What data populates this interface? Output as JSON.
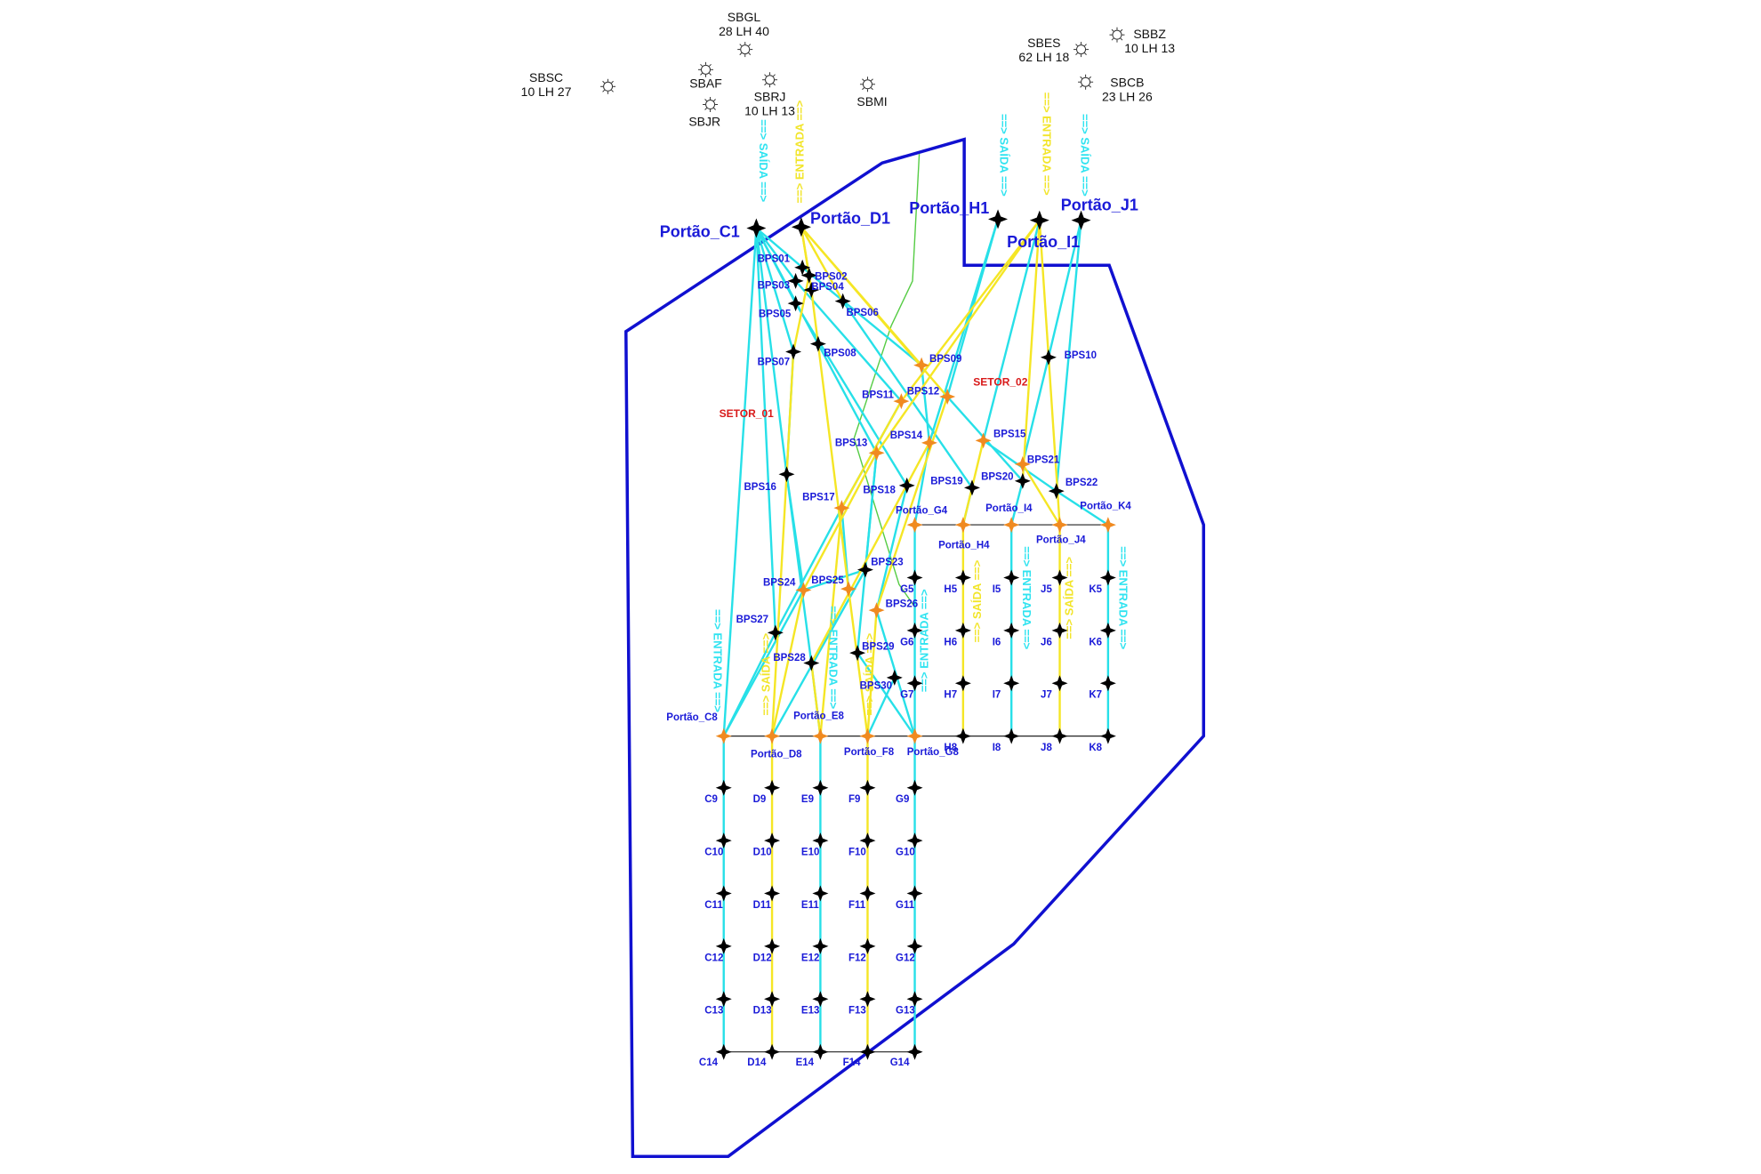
{
  "colors": {
    "boundary": "#1010d0",
    "cyan_route": "#27e0e8",
    "yellow_route": "#f5e625",
    "green_line": "#55cc44",
    "waypoint": "#000000",
    "merge_point": "#f08a20",
    "gate_label": "#1a1ad8",
    "sector_label": "#d81a1a"
  },
  "airports": [
    {
      "name": "SBGL",
      "detail": "28 LH 40"
    },
    {
      "name": "SBSC",
      "detail": "10 LH 27"
    },
    {
      "name": "SBAF",
      "detail": ""
    },
    {
      "name": "SBJR",
      "detail": ""
    },
    {
      "name": "SBRJ",
      "detail": "10 LH 13"
    },
    {
      "name": "SBMI",
      "detail": ""
    },
    {
      "name": "SBES",
      "detail": "62 LH 18"
    },
    {
      "name": "SBBZ",
      "detail": "10 LH 13"
    },
    {
      "name": "SBCB",
      "detail": "23 LH 26"
    }
  ],
  "sectors": [
    "SETOR_01",
    "SETOR_02"
  ],
  "gates": [
    "Portão_C1",
    "Portão_D1",
    "Portão_H1",
    "Portão_I1",
    "Portão_J1"
  ],
  "flow_labels": {
    "saida": "==> SAÍDA ==>",
    "entrada": "==> ENTRADA ==>",
    "saida_top": "<== SAÍDA <==",
    "entrada_top": "==> ENTRADA ==>"
  },
  "waypoints": {
    "bps": [
      "BPS01",
      "BPS02",
      "BPS03",
      "BPS04",
      "BPS05",
      "BPS06",
      "BPS07",
      "BPS08",
      "BPS09",
      "BPS10",
      "BPS11",
      "BPS12",
      "BPS13",
      "BPS14",
      "BPS15",
      "BPS16",
      "BPS17",
      "BPS18",
      "BPS19",
      "BPS20",
      "BPS21",
      "BPS22",
      "BPS23",
      "BPS24",
      "BPS25",
      "BPS26",
      "BPS27",
      "BPS28",
      "BPS29",
      "BPS30"
    ],
    "portoes": [
      "Portão_G4",
      "Portão_H4",
      "Portão_I4",
      "Portão_J4",
      "Portão_K4",
      "Portão_C8",
      "Portão_D8",
      "Portão_E8",
      "Portão_F8",
      "Portão_G8"
    ],
    "grid_upper": [
      "G5",
      "H5",
      "I5",
      "J5",
      "K5",
      "G6",
      "H6",
      "I6",
      "J6",
      "K6",
      "G7",
      "H7",
      "I7",
      "J7",
      "K7",
      "H8",
      "I8",
      "J8",
      "K8"
    ],
    "grid_lower": [
      "C9",
      "D9",
      "E9",
      "F9",
      "G9",
      "C10",
      "D10",
      "E10",
      "F10",
      "G10",
      "C11",
      "D11",
      "E11",
      "F11",
      "G11",
      "C12",
      "D12",
      "E12",
      "F12",
      "G12",
      "C13",
      "D13",
      "E13",
      "F13",
      "G13",
      "C14",
      "D14",
      "E14",
      "F14",
      "G14"
    ]
  }
}
